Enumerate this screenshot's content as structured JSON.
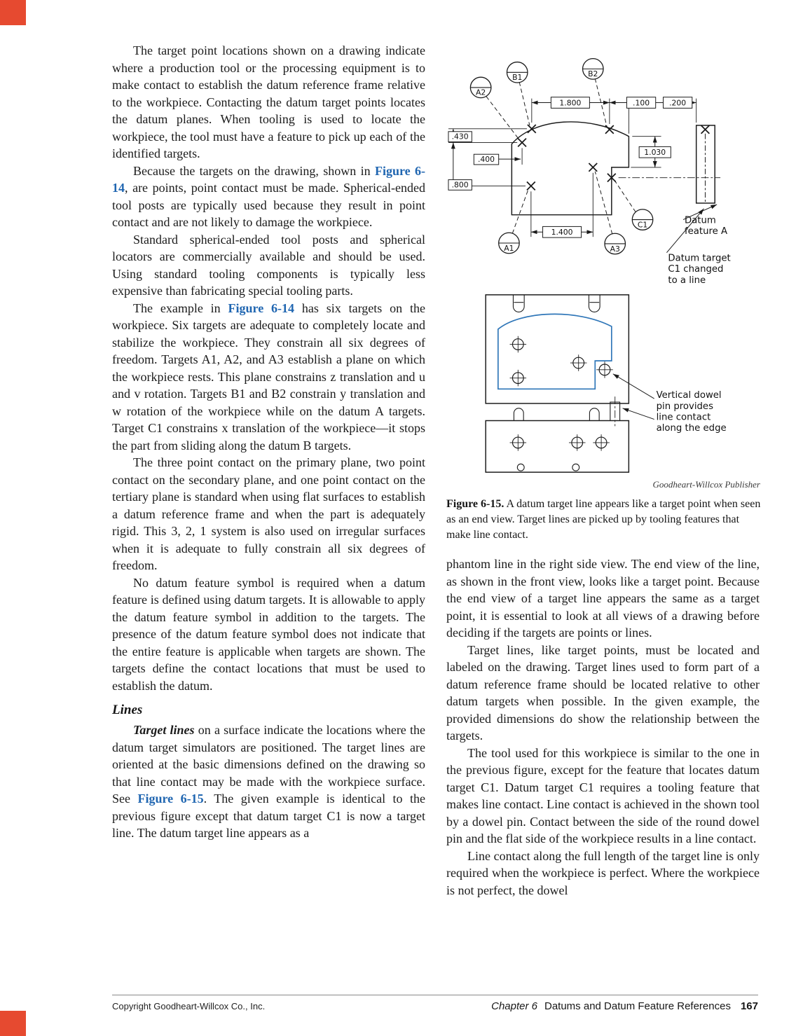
{
  "left_column": {
    "p1": "The target point locations shown on a drawing indicate where a production tool or the processing equipment is to make contact to establish the datum reference frame relative to the workpiece. Contacting the datum target points locates the datum planes. When tooling is used to locate the workpiece, the tool must have a feature to pick up each of the identified targets.",
    "p2": [
      "Because the targets on the drawing, shown in ",
      "Figure 6-14",
      ", are points, point contact must be made. Spherical-ended tool posts are typically used because they result in point contact and are not likely to damage the workpiece."
    ],
    "p3": "Standard spherical-ended tool posts and spherical locators are commercially available and should be used. Using standard tooling components is typically less expensive than fabricating special tooling parts.",
    "p4": [
      "The example in ",
      "Figure 6-14",
      " has six targets on the workpiece. Six targets are adequate to completely locate and stabilize the workpiece. They constrain all six degrees of freedom. Targets A1, A2, and A3 establish a plane on which the workpiece rests. This plane constrains z translation and u and v rotation. Targets B1 and B2 constrain y translation and w rotation of the workpiece while on the datum A targets. Target C1 constrains x translation of the workpiece—it stops the part from sliding along the datum B targets."
    ],
    "p5": "The three point contact on the primary plane, two point contact on the secondary plane, and one point contact on the tertiary plane is standard when using flat surfaces to establish a datum reference frame and when the part is adequately rigid. This 3, 2, 1 system is also used on irregular surfaces when it is adequate to fully constrain all six degrees of freedom.",
    "p6": "No datum feature symbol is required when a datum feature is defined using datum targets. It is allowable to apply the datum feature symbol in addition to the targets. The presence of the datum feature symbol does not indicate that the entire feature is applicable when targets are shown. The targets define the contact locations that must be used to establish the datum.",
    "heading": "Lines",
    "p7": [
      "Target lines",
      " on a surface indicate the locations where the datum target simulators are positioned. The target lines are oriented at the basic dimensions defined on the drawing so that line contact may be made with the workpiece surface. See ",
      "Figure 6-15",
      ". The given example is identical to the previous figure except that datum target C1 is now a target line. The datum target line appears as a"
    ]
  },
  "right_column": {
    "p1": "phantom line in the right side view. The end view of the line, as shown in the front view, looks like a target point. Because the end view of a target line appears the same as a target point, it is essential to look at all views of a drawing before deciding if the targets are points or lines.",
    "p2": "Target lines, like target points, must be located and labeled on the drawing. Target lines used to form part of a datum reference frame should be located relative to other datum targets when possible. In the given example, the provided dimensions do show the relationship between the targets.",
    "p3": "The tool used for this workpiece is similar to the one in the previous figure, except for the feature that locates datum target C1. Datum target C1 requires a tooling feature that makes line contact. Line contact is achieved in the shown tool by a dowel pin. Contact between the side of the round dowel pin and the flat side of the workpiece results in a line contact.",
    "p4": "Line contact along the full length of the target line is only required when the workpiece is perfect. Where the workpiece is not perfect, the dowel"
  },
  "figure": {
    "balloons": {
      "a1": "A1",
      "a2": "A2",
      "a3": "A3",
      "b1": "B1",
      "b2": "B2",
      "c1": "C1"
    },
    "dims": {
      "w1800": "1.800",
      "w100": ".100",
      "w200": ".200",
      "h430": ".430",
      "h400": ".400",
      "h800": ".800",
      "h1030": "1.030",
      "w1400": "1.400"
    },
    "annotations": {
      "datum_feature_a": [
        "Datum",
        "feature A"
      ],
      "datum_target_c1": [
        "Datum target",
        "C1 changed",
        "to a line"
      ],
      "dowel_pin": [
        "Vertical dowel",
        "pin provides",
        "line contact",
        "along the edge"
      ]
    },
    "credit": "Goodheart-Willcox Publisher",
    "caption_label": "Figure 6-15.",
    "caption_text": "A datum target line appears like a target point when seen as an end view. Target lines are picked up by tooling features that make line contact."
  },
  "footer": {
    "copyright": "Copyright Goodheart-Willcox Co., Inc.",
    "chapter": "Chapter 6",
    "title": "Datums and Datum Feature References",
    "page_number": "167"
  },
  "colors": {
    "accent_red": "#e64a30",
    "link_blue": "#2066b1",
    "workpiece_blue": "#2f76b8"
  }
}
